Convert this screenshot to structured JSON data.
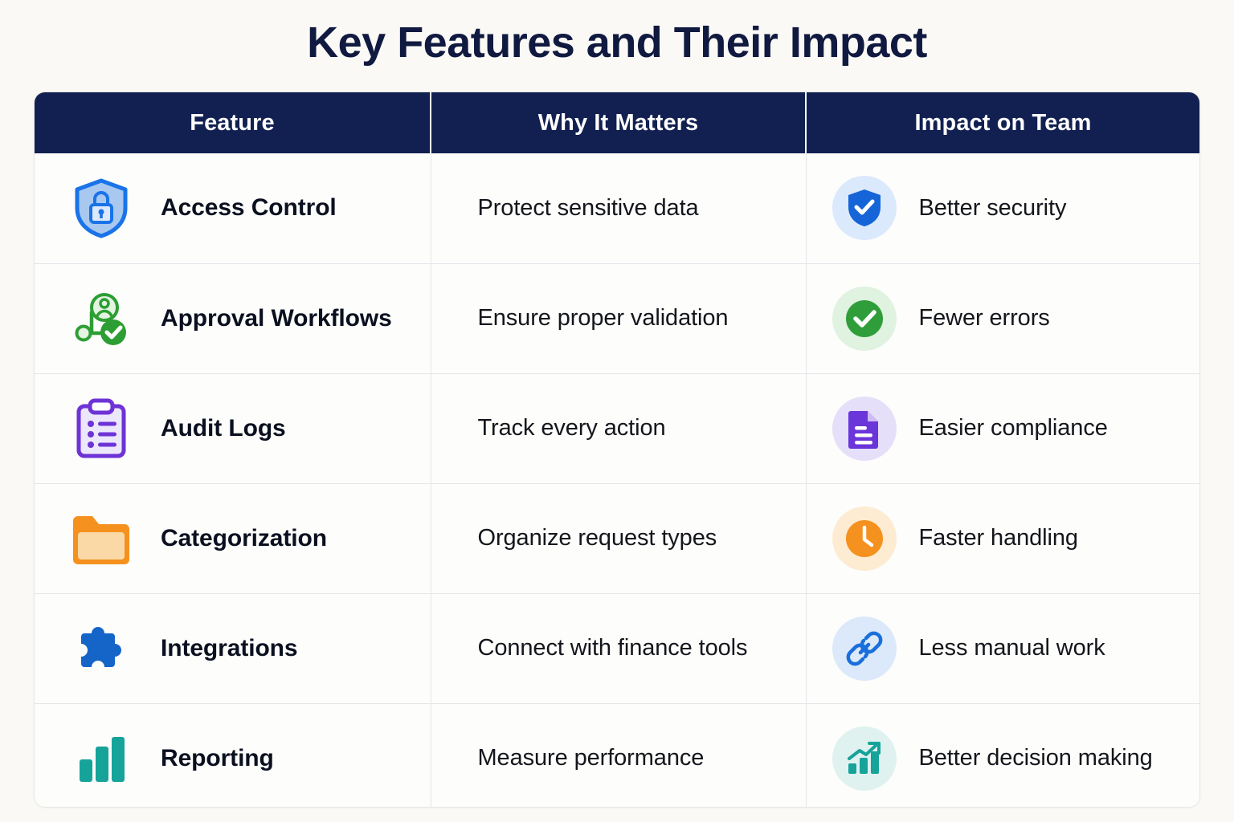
{
  "page": {
    "title": "Key Features and Their Impact",
    "background_color": "#faf9f6",
    "header_bg_color": "#122051",
    "header_text_color": "#ffffff"
  },
  "table": {
    "columns": [
      {
        "key": "feature",
        "label": "Feature"
      },
      {
        "key": "why",
        "label": "Why It Matters"
      },
      {
        "key": "impact",
        "label": "Impact on Team"
      }
    ],
    "rows": [
      {
        "feature": "Access Control",
        "feature_icon": "shield-lock-icon",
        "feature_icon_color": "#1a73e8",
        "why": "Protect sensitive data",
        "impact": "Better security",
        "impact_icon": "shield-check-icon",
        "impact_icon_color": "#1565d8",
        "impact_badge_color": "#dbe9fc"
      },
      {
        "feature": "Approval Workflows",
        "feature_icon": "workflow-approval-icon",
        "feature_icon_color": "#2d9e33",
        "why": "Ensure proper validation",
        "impact": "Fewer errors",
        "impact_icon": "check-circle-icon",
        "impact_icon_color": "#2f9e3a",
        "impact_badge_color": "#e0f2e0"
      },
      {
        "feature": "Audit Logs",
        "feature_icon": "clipboard-list-icon",
        "feature_icon_color": "#6d33d6",
        "why": "Track every action",
        "impact": "Easier compliance",
        "impact_icon": "document-lines-icon",
        "impact_icon_color": "#6a35d9",
        "impact_badge_color": "#e6dffa"
      },
      {
        "feature": "Categorization",
        "feature_icon": "folder-icon",
        "feature_icon_color": "#f5911e",
        "why": "Organize request types",
        "impact": "Faster handling",
        "impact_icon": "clock-icon",
        "impact_icon_color": "#f5911e",
        "impact_badge_color": "#fdebd2"
      },
      {
        "feature": "Integrations",
        "feature_icon": "puzzle-piece-icon",
        "feature_icon_color": "#1565c8",
        "why": "Connect with finance tools",
        "impact": "Less manual work",
        "impact_icon": "link-chain-icon",
        "impact_icon_color": "#1a6fdb",
        "impact_badge_color": "#dbe9fa"
      },
      {
        "feature": "Reporting",
        "feature_icon": "bar-chart-icon",
        "feature_icon_color": "#16a39a",
        "why": "Measure performance",
        "impact": "Better decision making",
        "impact_icon": "trending-up-chart-icon",
        "impact_icon_color": "#16a39a",
        "impact_badge_color": "#dff2f0"
      }
    ]
  }
}
